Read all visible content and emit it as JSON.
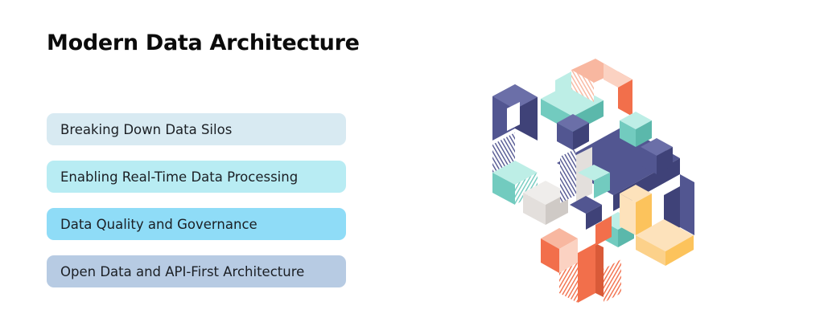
{
  "title": "Modern Data Architecture",
  "items": [
    {
      "label": "Breaking Down Data Silos",
      "color": "#d8eaf2"
    },
    {
      "label": "Enabling Real-Time Data Processing",
      "color": "#b8ecf3"
    },
    {
      "label": "Data Quality and Governance",
      "color": "#8fdcf7"
    },
    {
      "label": "Open Data and API-First Architecture",
      "color": "#b7cbe3"
    }
  ],
  "palette": {
    "navy": "#525691",
    "navy_dark": "#3f4278",
    "teal": "#72cbbf",
    "mint": "#bdeee6",
    "coral": "#f26f4b",
    "peach": "#f8b7a0",
    "yellow": "#fcc35c",
    "cream": "#fde2bb",
    "grey": "#e3dfdc"
  }
}
